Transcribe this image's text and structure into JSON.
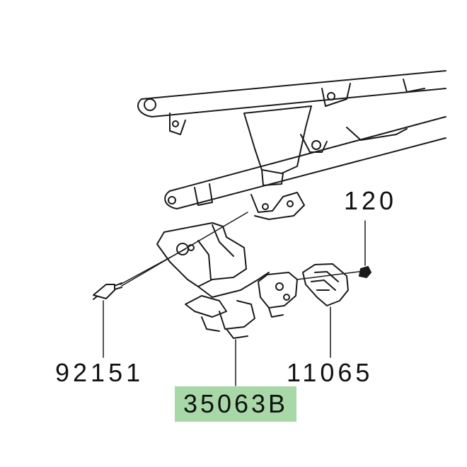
{
  "colors": {
    "line": "#1a1a1a",
    "highlight": "#a8d8a8",
    "background": "#ffffff"
  },
  "callouts": {
    "part_120": "120",
    "part_92151": "92151",
    "part_11065": "11065",
    "part_35063b": "35063B"
  }
}
